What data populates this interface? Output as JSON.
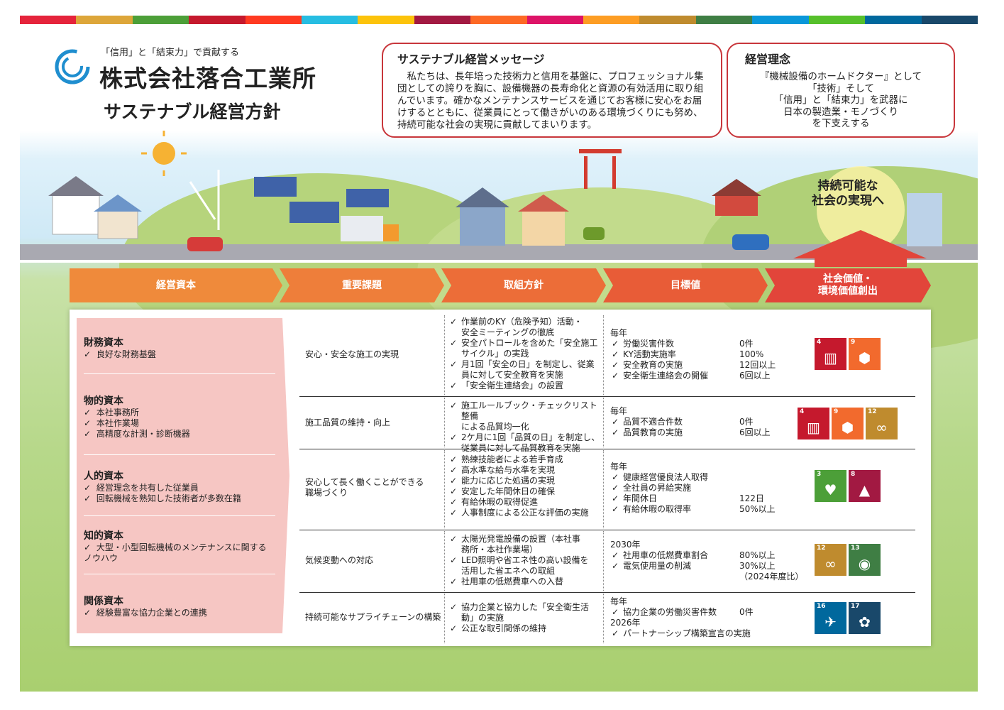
{
  "colors": {
    "accent_red": "#c8363b",
    "arrow_orange": "#ef8a3b",
    "arrow_red": "#e2453a",
    "capital_pink": "#f6c6c3"
  },
  "header": {
    "tagline": "「信用」と「結束力」で貢献する",
    "company": "株式会社落合工業所",
    "subtitle": "サステナブル経営方針"
  },
  "message": {
    "title": "サステナブル経営メッセージ",
    "body": "私たちは、長年培った技術力と信用を基盤に、プロフェッショナル集団としての誇りを胸に、設備機器の長寿命化と資源の有効活用に取り組んでいます。確かなメンテナンスサービスを通じてお客様に安心をお届けするとともに、従業員にとって働きがいのある環境づくりにも努め、持続可能な社会の実現に貢献してまいります。"
  },
  "philosophy": {
    "title": "経営理念",
    "body": "『機械設備のホームドクター』として\n「技術」そして\n「信用」と「結束力」を武器に\n日本の製造業・モノづくり\nを下支えする"
  },
  "cta": "持続可能な\n社会の実現へ",
  "columns": [
    "経営資本",
    "重要課題",
    "取組方針",
    "目標値",
    "社会価値・\n環境価値創出"
  ],
  "capitals": [
    {
      "title": "財務資本",
      "items": [
        "良好な財務基盤"
      ]
    },
    {
      "title": "物的資本",
      "items": [
        "本社事務所",
        "本社作業場",
        "高精度な計測・診断機器"
      ]
    },
    {
      "title": "人的資本",
      "items": [
        "経営理念を共有した従業員",
        "回転機械を熟知した技術者が多数在籍"
      ]
    },
    {
      "title": "知的資本",
      "items": [
        "大型・小型回転機械のメンテナンスに関する\nノウハウ"
      ]
    },
    {
      "title": "関係資本",
      "items": [
        "経験豊富な協力企業との連携"
      ]
    }
  ],
  "rows": [
    {
      "issue": "安心・安全な施工の実現",
      "policies": [
        "作業前のKY（危険予知）活動・\n安全ミーティングの徹底",
        "安全パトロールを含めた「安全施工\nサイクル」の実践",
        "月1回「安全の日」を制定し、従業\n員に対して安全教育を実施",
        "「安全衛生連絡会」の設置"
      ],
      "targets": [
        {
          "label": "毎年",
          "value": "",
          "head": true
        },
        {
          "label": "労働災害件数",
          "value": "0件"
        },
        {
          "label": "KY活動実施率",
          "value": "100%"
        },
        {
          "label": "安全教育の実施",
          "value": "12回以上"
        },
        {
          "label": "安全衛生連絡会の開催",
          "value": "6回以上"
        }
      ],
      "sdgs": [
        {
          "num": "4",
          "color": "#c5192d",
          "icon": "book-icon",
          "glyph": "▥"
        },
        {
          "num": "9",
          "color": "#f26a2d",
          "icon": "cubes-icon",
          "glyph": "⬢"
        }
      ]
    },
    {
      "issue": "施工品質の維持・向上",
      "policies": [
        "施工ルールブック・チェックリスト整備\nによる品質均一化",
        "2ケ月に1回「品質の日」を制定し、\n従業員に対して品質教育を実施"
      ],
      "targets": [
        {
          "label": "毎年",
          "value": "",
          "head": true
        },
        {
          "label": "品質不適合件数",
          "value": "0件"
        },
        {
          "label": "品質教育の実施",
          "value": "6回以上"
        }
      ],
      "sdgs": [
        {
          "num": "4",
          "color": "#c5192d",
          "icon": "book-icon",
          "glyph": "▥"
        },
        {
          "num": "9",
          "color": "#f26a2d",
          "icon": "cubes-icon",
          "glyph": "⬢"
        },
        {
          "num": "12",
          "color": "#bf8b2e",
          "icon": "infinity-icon",
          "glyph": "∞"
        }
      ]
    },
    {
      "issue": "安心して長く働くことができる\n職場づくり",
      "policies": [
        "熟練技能者による若手育成",
        "高水準な給与水準を実現",
        "能力に応じた処遇の実現",
        "安定した年間休日の確保",
        "有給休暇の取得促進",
        "人事制度による公正な評価の実施"
      ],
      "targets": [
        {
          "label": "毎年",
          "value": "",
          "head": true
        },
        {
          "label": "健康経営優良法人取得",
          "value": ""
        },
        {
          "label": "全社員の昇給実施",
          "value": ""
        },
        {
          "label": "年間休日",
          "value": "122日"
        },
        {
          "label": "有給休暇の取得率",
          "value": "50%以上"
        }
      ],
      "sdgs": [
        {
          "num": "3",
          "color": "#4c9f38",
          "icon": "heartbeat-icon",
          "glyph": "♥"
        },
        {
          "num": "8",
          "color": "#a21942",
          "icon": "growth-chart-icon",
          "glyph": "▲"
        }
      ]
    },
    {
      "issue": "気候変動への対応",
      "policies": [
        "太陽光発電設備の設置（本社事\n務所・本社作業場）",
        "LED照明や省エネ性の高い設備を\n活用した省エネへの取組",
        "社用車の低燃費車への入替"
      ],
      "targets": [
        {
          "label": "2030年",
          "value": "",
          "head": true
        },
        {
          "label": "社用車の低燃費車割合",
          "value": "80%以上"
        },
        {
          "label": "電気使用量の削減",
          "value": "30%以上\n（2024年度比）"
        }
      ],
      "sdgs": [
        {
          "num": "12",
          "color": "#bf8b2e",
          "icon": "infinity-icon",
          "glyph": "∞"
        },
        {
          "num": "13",
          "color": "#3f7e44",
          "icon": "eye-globe-icon",
          "glyph": "◉"
        }
      ]
    },
    {
      "issue": "持続可能なサプライチェーンの構築",
      "policies": [
        "協力企業と協力した「安全衛生活\n動」の実施",
        "公正な取引関係の維持"
      ],
      "targets": [
        {
          "label": "毎年",
          "value": "",
          "head": true
        },
        {
          "label": "協力企業の労働災害件数",
          "value": "0件"
        },
        {
          "label": "2026年",
          "value": "",
          "head": true
        },
        {
          "label": "パートナーシップ構築宣言の実施",
          "value": ""
        }
      ],
      "sdgs": [
        {
          "num": "16",
          "color": "#00689d",
          "icon": "dove-icon",
          "glyph": "✈"
        },
        {
          "num": "17",
          "color": "#19486a",
          "icon": "flower-icon",
          "glyph": "✿"
        }
      ]
    }
  ]
}
